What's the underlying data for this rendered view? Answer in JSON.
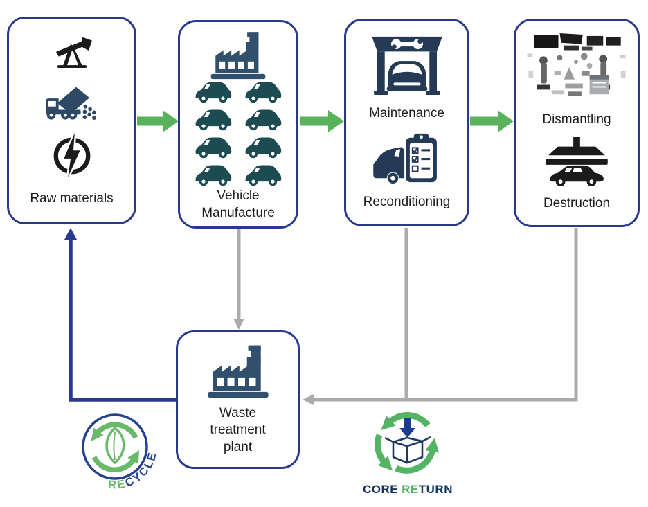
{
  "boxes": {
    "raw_materials": {
      "label": "Raw materials"
    },
    "vehicle_manufacture": {
      "label": "Vehicle Manufacture"
    },
    "maintenance_reconditioning": {
      "label_top": "Maintenance",
      "label_bottom": "Reconditioning"
    },
    "dismantling_destruction": {
      "label_top": "Dismantling",
      "label_bottom": "Destruction"
    },
    "waste_treatment": {
      "label": "Waste treatment plant"
    }
  },
  "logos": {
    "recycle": {
      "prefix_green": "RE",
      "suffix_blue": "CYCLE"
    },
    "core_return": {
      "word1": "CORE",
      "word2_green": "RE",
      "word2_rest": "TURN"
    }
  },
  "icons": [
    "oil-pump-icon",
    "dump-truck-icon",
    "energy-bolt-icon",
    "factory-icon",
    "car-icon",
    "garage-wrench-icon",
    "car-checklist-icon",
    "car-parts-icon",
    "car-crusher-icon",
    "recycle-leaf-icon",
    "core-return-box-icon"
  ],
  "colors": {
    "box_border": "#293a8e",
    "flow_green": "#5bb25c",
    "connector_gray": "#ababab",
    "return_blue": "#293a8e",
    "icon_navy": "#253a55",
    "icon_slate": "#31506e",
    "icon_teal": "#1d4b52",
    "icon_black": "#1b1b1b",
    "truck_navy": "#2d4964",
    "recycle_green": "#69b96a",
    "recycle_blue": "#24418e",
    "core_green": "#55b365",
    "core_navy": "#14335a"
  }
}
